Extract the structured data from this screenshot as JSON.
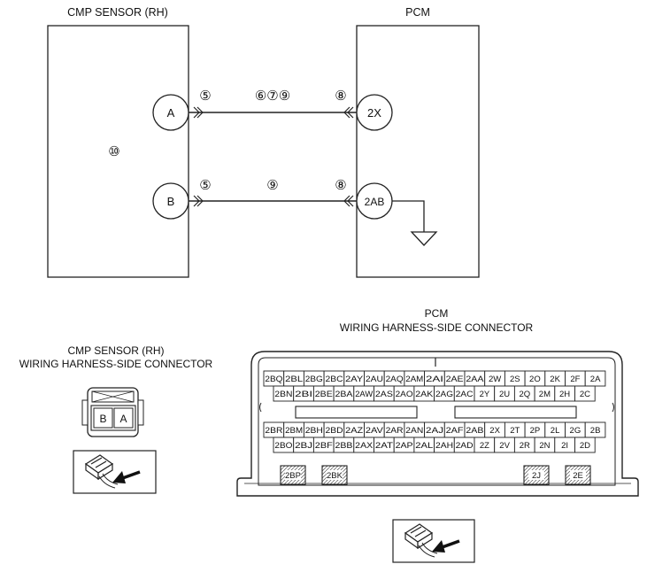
{
  "sensor": {
    "title": "CMP SENSOR (RH)",
    "note": "⑩",
    "terminals": [
      {
        "label": "A",
        "near": "⑤"
      },
      {
        "label": "B",
        "near": "⑤"
      }
    ]
  },
  "pcm": {
    "title": "PCM",
    "terminals": [
      {
        "label": "2X",
        "near": "⑧"
      },
      {
        "label": "2AB",
        "near": "⑧"
      }
    ]
  },
  "wires": [
    {
      "note": "⑥⑦⑨"
    },
    {
      "note": "⑨"
    }
  ],
  "sensor_connector": {
    "title_line1": "CMP SENSOR (RH)",
    "title_line2": "WIRING HARNESS-SIDE CONNECTOR",
    "pins": [
      "B",
      "A"
    ]
  },
  "pcm_connector": {
    "title_line1": "PCM",
    "title_line2": "WIRING HARNESS-SIDE CONNECTOR",
    "row1": [
      "2BQ",
      "2BL",
      "2BG",
      "2BC",
      "2AY",
      "2AU",
      "2AQ",
      "2AM",
      "2AI",
      "2AE",
      "2AA",
      "2W",
      "2S",
      "2O",
      "2K",
      "2F",
      "2A"
    ],
    "row2": [
      "2BN",
      "2BI",
      "2BE",
      "2BA",
      "2AW",
      "2AS",
      "2AO",
      "2AK",
      "2AG",
      "2AC",
      "2Y",
      "2U",
      "2Q",
      "2M",
      "2H",
      "2C"
    ],
    "row3": [
      "2BR",
      "2BM",
      "2BH",
      "2BD",
      "2AZ",
      "2AV",
      "2AR",
      "2AN",
      "2AJ",
      "2AF",
      "2AB",
      "2X",
      "2T",
      "2P",
      "2L",
      "2G",
      "2B"
    ],
    "row4": [
      "2BO",
      "2BJ",
      "2BF",
      "2BB",
      "2AX",
      "2AT",
      "2AP",
      "2AL",
      "2AH",
      "2AD",
      "2Z",
      "2V",
      "2R",
      "2N",
      "2I",
      "2D"
    ],
    "bottom_pins": [
      "2BP",
      "2BK",
      "2J",
      "2E"
    ]
  }
}
